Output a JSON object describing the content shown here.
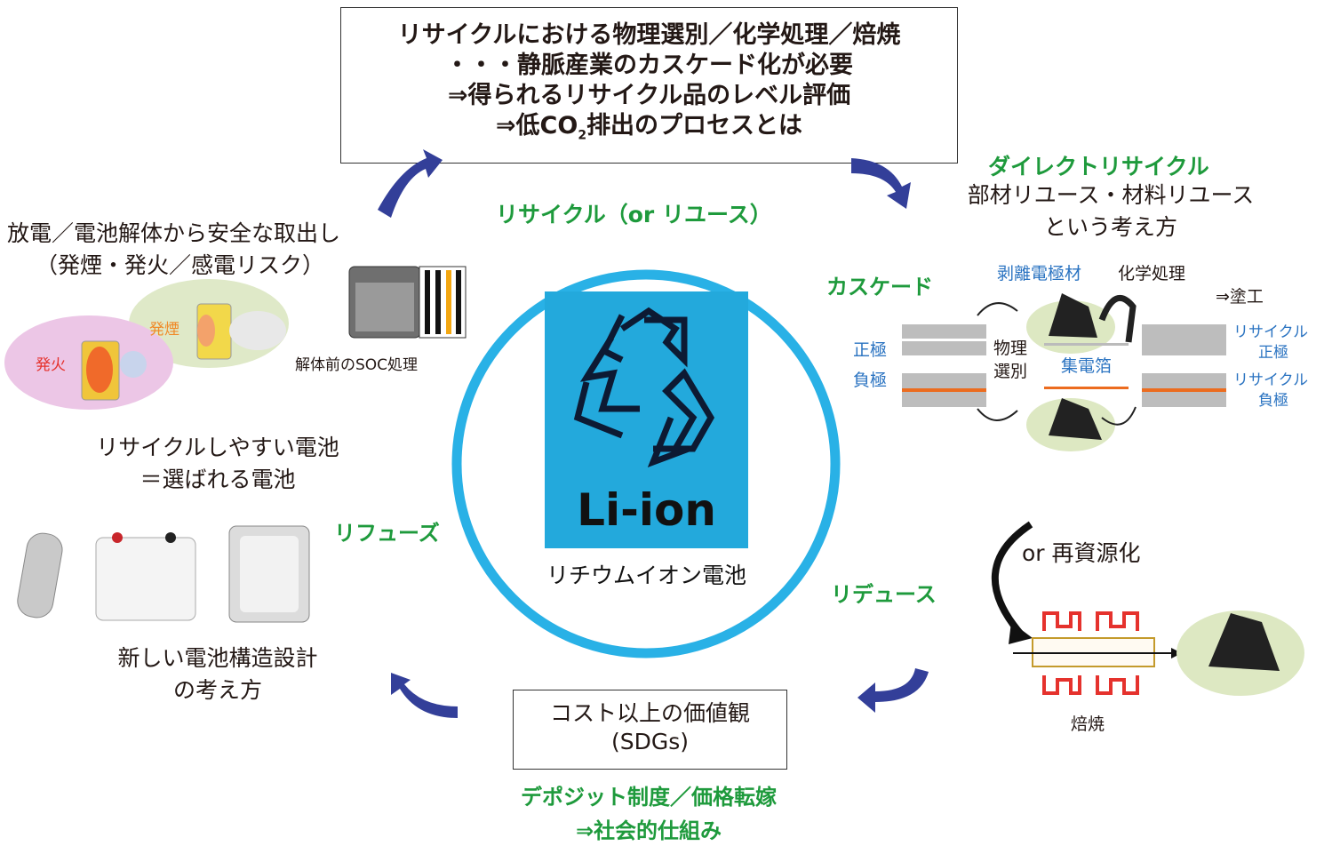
{
  "top_box": {
    "line1": "リサイクルにおける物理選別／化学処理／焙焼",
    "line2": "・・・静脈産業のカスケード化が必要",
    "line3": "⇒得られるリサイクル品のレベル評価",
    "line4_pre": "⇒低CO",
    "line4_sub": "2",
    "line4_post": "排出のプロセスとは"
  },
  "center": {
    "recycle_label": "リサイクル（or リユース）",
    "logo_text": "Li-ion",
    "logo_caption": "リチウムイオン電池"
  },
  "left_top": {
    "line1": "放電／電池解体から安全な取出し",
    "line2": "（発煙・発火／感電リスク）",
    "smoke_label": "発煙",
    "fire_label": "発火",
    "soc_label": "解体前のSOC処理"
  },
  "left_bottom": {
    "easy_line1": "リサイクルしやすい電池",
    "easy_line2": "＝選ばれる電池",
    "refuse_label": "リフューズ",
    "design_line1": "新しい電池構造設計",
    "design_line2": "の考え方"
  },
  "bottom": {
    "box_line1": "コスト以上の価値観",
    "box_line2": "(SDGs)",
    "green_line1": "デポジット制度／価格転嫁",
    "green_line2": "⇒社会的仕組み"
  },
  "right_top": {
    "direct_label": "ダイレクトリサイクル",
    "direct_line1": "部材リユース・材料リユース",
    "direct_line2": "という考え方",
    "cascade_label": "カスケード",
    "peel_label": "剥離電極材",
    "chem_label": "化学処理",
    "coat_label": "⇒塗工",
    "positive_label": "正極",
    "negative_label": "負極",
    "phys_line1": "物理",
    "phys_line2": "選別",
    "foil_label": "集電箔",
    "rec_pos_line1": "リサイクル",
    "rec_pos_line2": "正極",
    "rec_neg_line1": "リサイクル",
    "rec_neg_line2": "負極"
  },
  "right_bottom": {
    "reduce_label": "リデュース",
    "resource_label": "or 再資源化",
    "roast_label": "焙焼"
  },
  "colors": {
    "accent_green": "#1e9a3c",
    "ring_blue": "#29b1e6",
    "logo_blue": "#23a9dc",
    "arrow_navy": "#333f99",
    "label_blue": "#2a73c1"
  }
}
